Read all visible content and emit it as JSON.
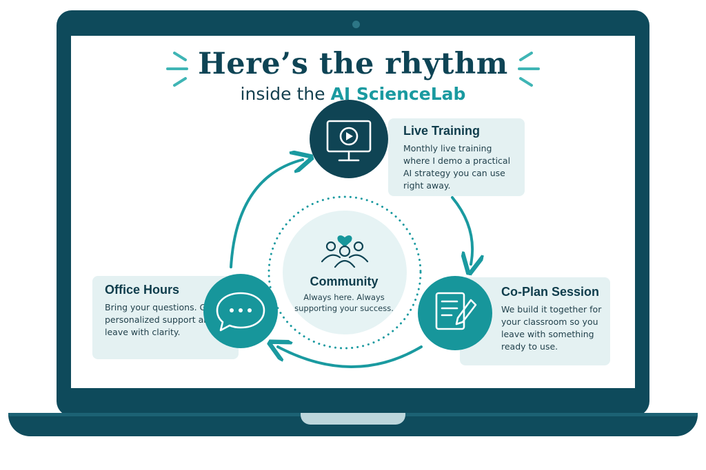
{
  "title": {
    "main": "Here’s the rhythm",
    "sub_prefix": "inside the ",
    "sub_accent": "AI ScienceLab"
  },
  "cycle": [
    {
      "key": "live_training",
      "icon": "monitor-play-icon",
      "title": "Live Training",
      "description": "Monthly live training where I demo a practical AI strategy you can use right away."
    },
    {
      "key": "co_plan_session",
      "icon": "document-pencil-icon",
      "title": "Co-Plan Session",
      "description": "We build it together for your classroom so you leave with something ready to use."
    },
    {
      "key": "office_hours",
      "icon": "chat-bubble-icon",
      "title": "Office Hours",
      "description": "Bring your questions. Get personalized support and leave with clarity."
    }
  ],
  "center": {
    "icon": "community-heart-icon",
    "title": "Community",
    "description": "Always here. Always supporting your success."
  },
  "colors": {
    "bezel": "#0e4a5b",
    "title_dark": "#0e4455",
    "accent_teal": "#1a9aa0",
    "node_dark": "#0f4454",
    "node_teal": "#17969b",
    "card_bg": "#e4f1f2",
    "center_bg": "#e6f3f4"
  }
}
